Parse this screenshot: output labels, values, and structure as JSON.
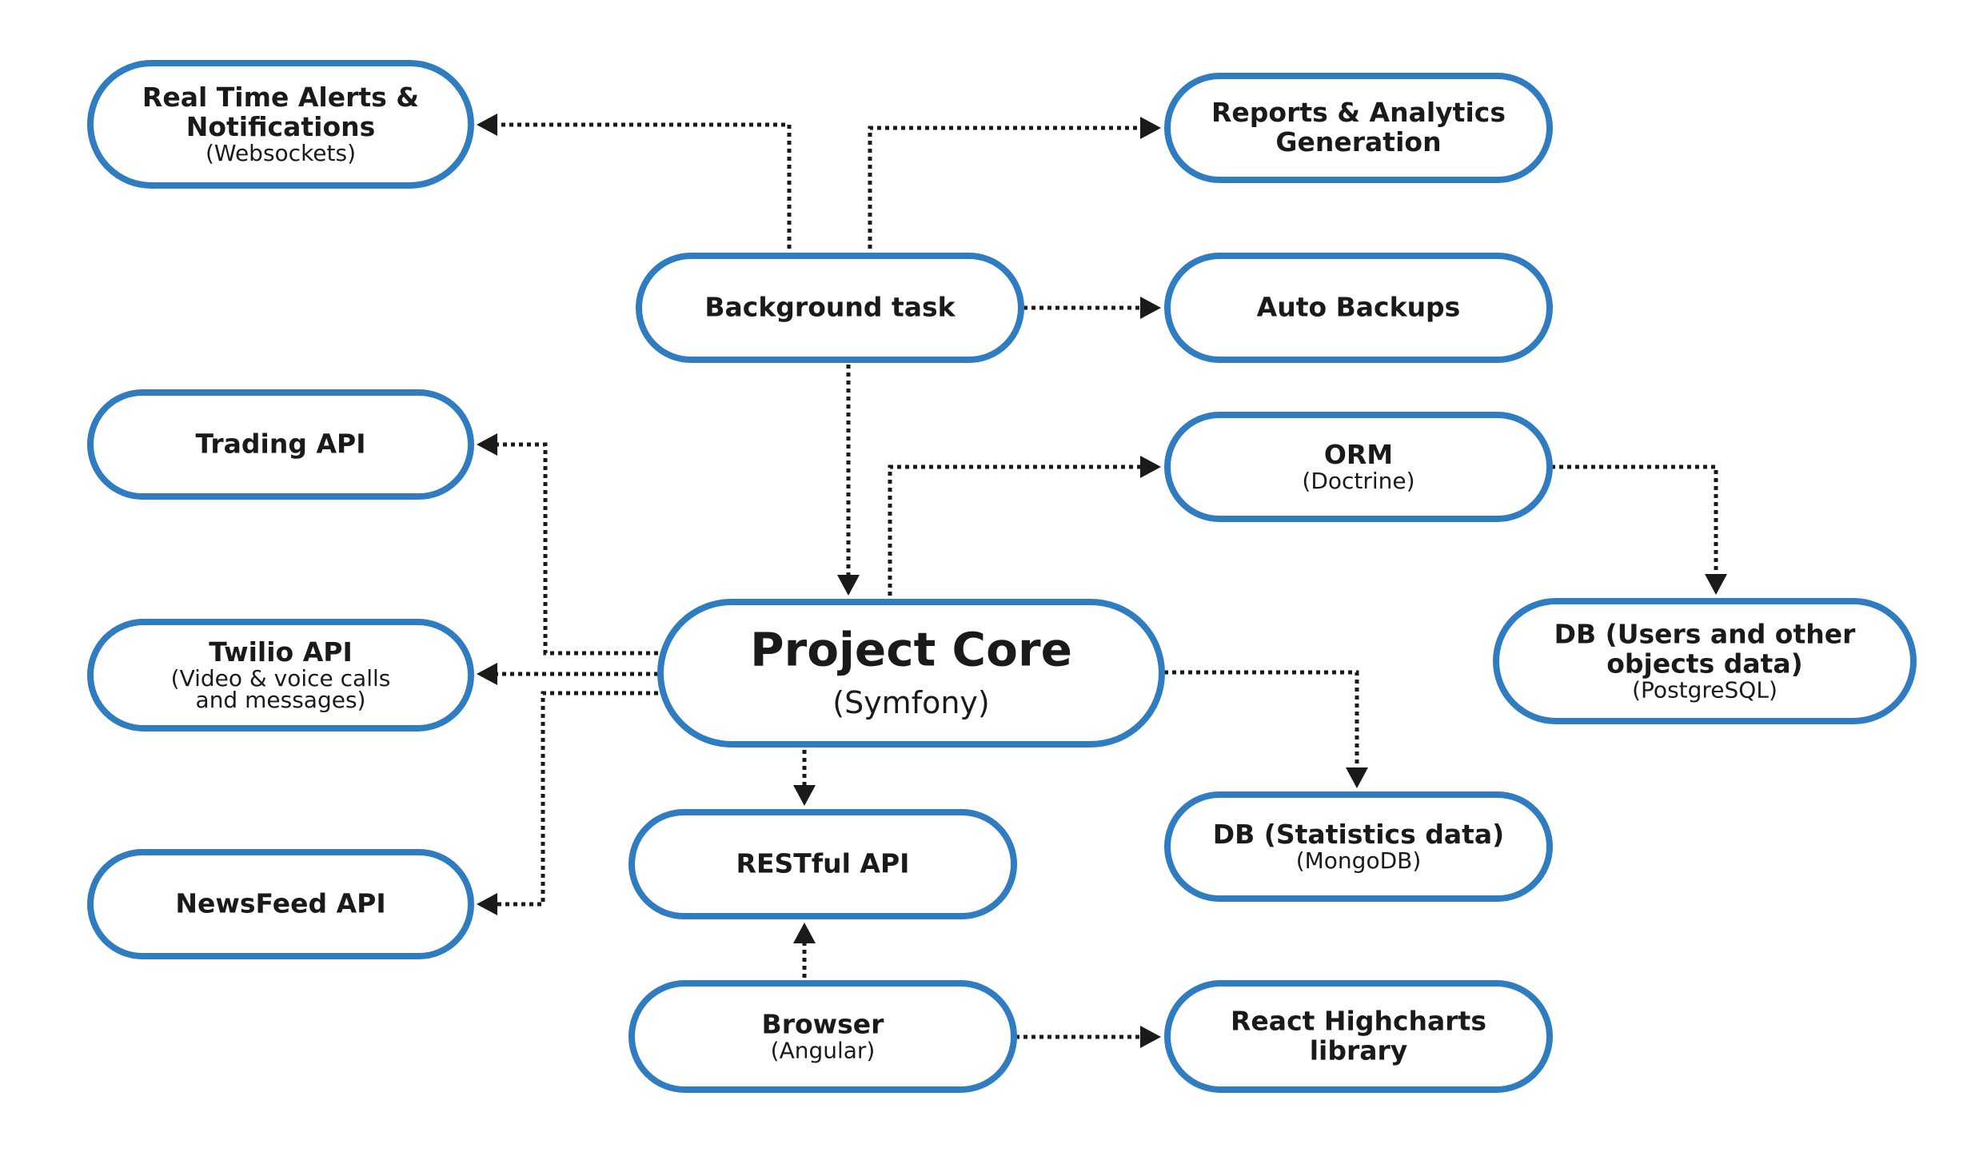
{
  "nodes": {
    "alerts": {
      "lines": [
        "Real Time Alerts &",
        "Notifications"
      ],
      "sub": [
        "(Websockets)"
      ]
    },
    "reports": {
      "lines": [
        "Reports & Analytics",
        "Generation"
      ],
      "sub": []
    },
    "background": {
      "lines": [
        "Background task"
      ],
      "sub": []
    },
    "backups": {
      "lines": [
        "Auto Backups"
      ],
      "sub": []
    },
    "trading": {
      "lines": [
        "Trading API"
      ],
      "sub": []
    },
    "orm": {
      "lines": [
        "ORM"
      ],
      "sub": [
        "(Doctrine)"
      ]
    },
    "db_users": {
      "lines": [
        "DB (Users and other",
        "objects data)"
      ],
      "sub": [
        "(PostgreSQL)"
      ]
    },
    "twilio": {
      "lines": [
        "Twilio API"
      ],
      "sub": [
        "(Video & voice calls",
        "and messages)"
      ]
    },
    "core": {
      "lines": [
        "Project Core"
      ],
      "sub": [
        "(Symfony)"
      ]
    },
    "restful": {
      "lines": [
        "RESTful API"
      ],
      "sub": []
    },
    "db_stats": {
      "lines": [
        "DB (Statistics data)"
      ],
      "sub": [
        "(MongoDB)"
      ]
    },
    "newsfeed": {
      "lines": [
        "NewsFeed API"
      ],
      "sub": []
    },
    "browser": {
      "lines": [
        "Browser"
      ],
      "sub": [
        "(Angular)"
      ]
    },
    "highcharts": {
      "lines": [
        "React Highcharts",
        "library"
      ],
      "sub": []
    }
  },
  "edges": [
    {
      "from": "background",
      "to": "alerts"
    },
    {
      "from": "background",
      "to": "reports"
    },
    {
      "from": "background",
      "to": "backups"
    },
    {
      "from": "background",
      "to": "core"
    },
    {
      "from": "core",
      "to": "orm"
    },
    {
      "from": "orm",
      "to": "db_users"
    },
    {
      "from": "core",
      "to": "trading"
    },
    {
      "from": "core",
      "to": "twilio"
    },
    {
      "from": "core",
      "to": "newsfeed"
    },
    {
      "from": "core",
      "to": "db_stats"
    },
    {
      "from": "core",
      "to": "restful"
    },
    {
      "from": "browser",
      "to": "restful"
    },
    {
      "from": "browser",
      "to": "highcharts"
    }
  ],
  "colors": {
    "node_border": "#2f7cc1",
    "edge": "#1a1a1a",
    "text": "#1a1a1a"
  }
}
